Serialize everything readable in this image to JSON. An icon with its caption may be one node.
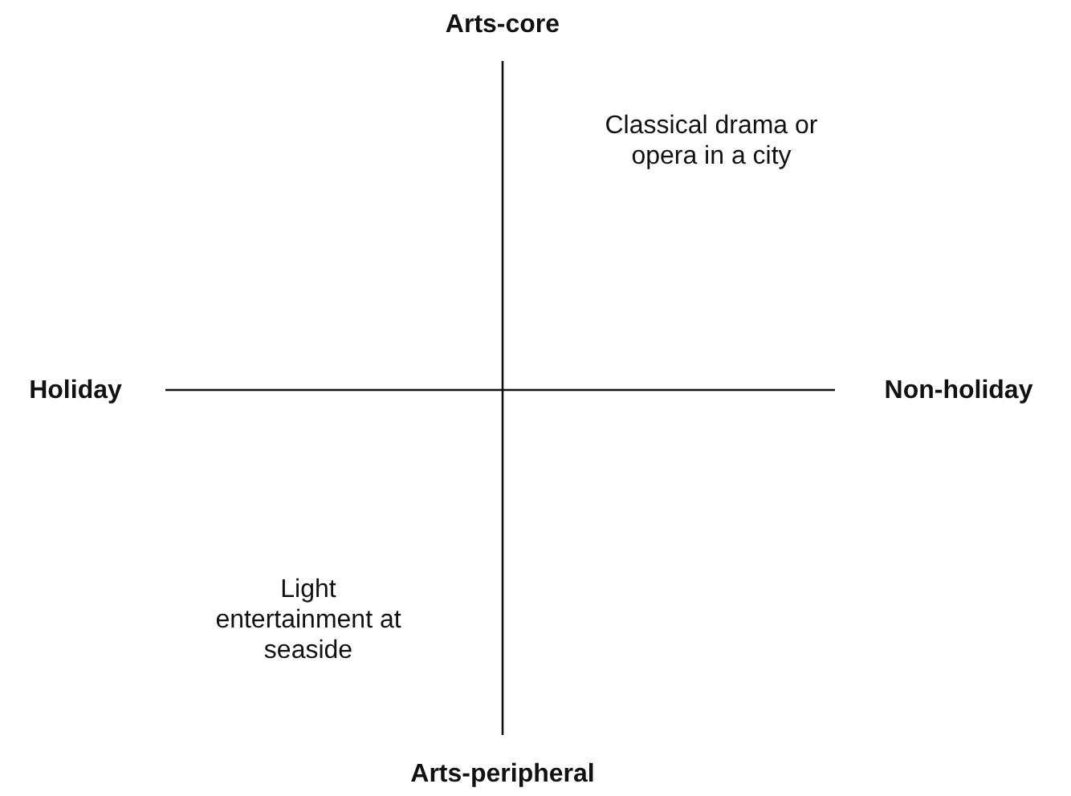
{
  "diagram": {
    "labels": [
      "Arts-core",
      "Classical drama or opera in a city",
      "Holiday",
      "Non-holiday",
      "Light entertainment at seaside",
      "Arts-peripheral"
    ]
  }
}
